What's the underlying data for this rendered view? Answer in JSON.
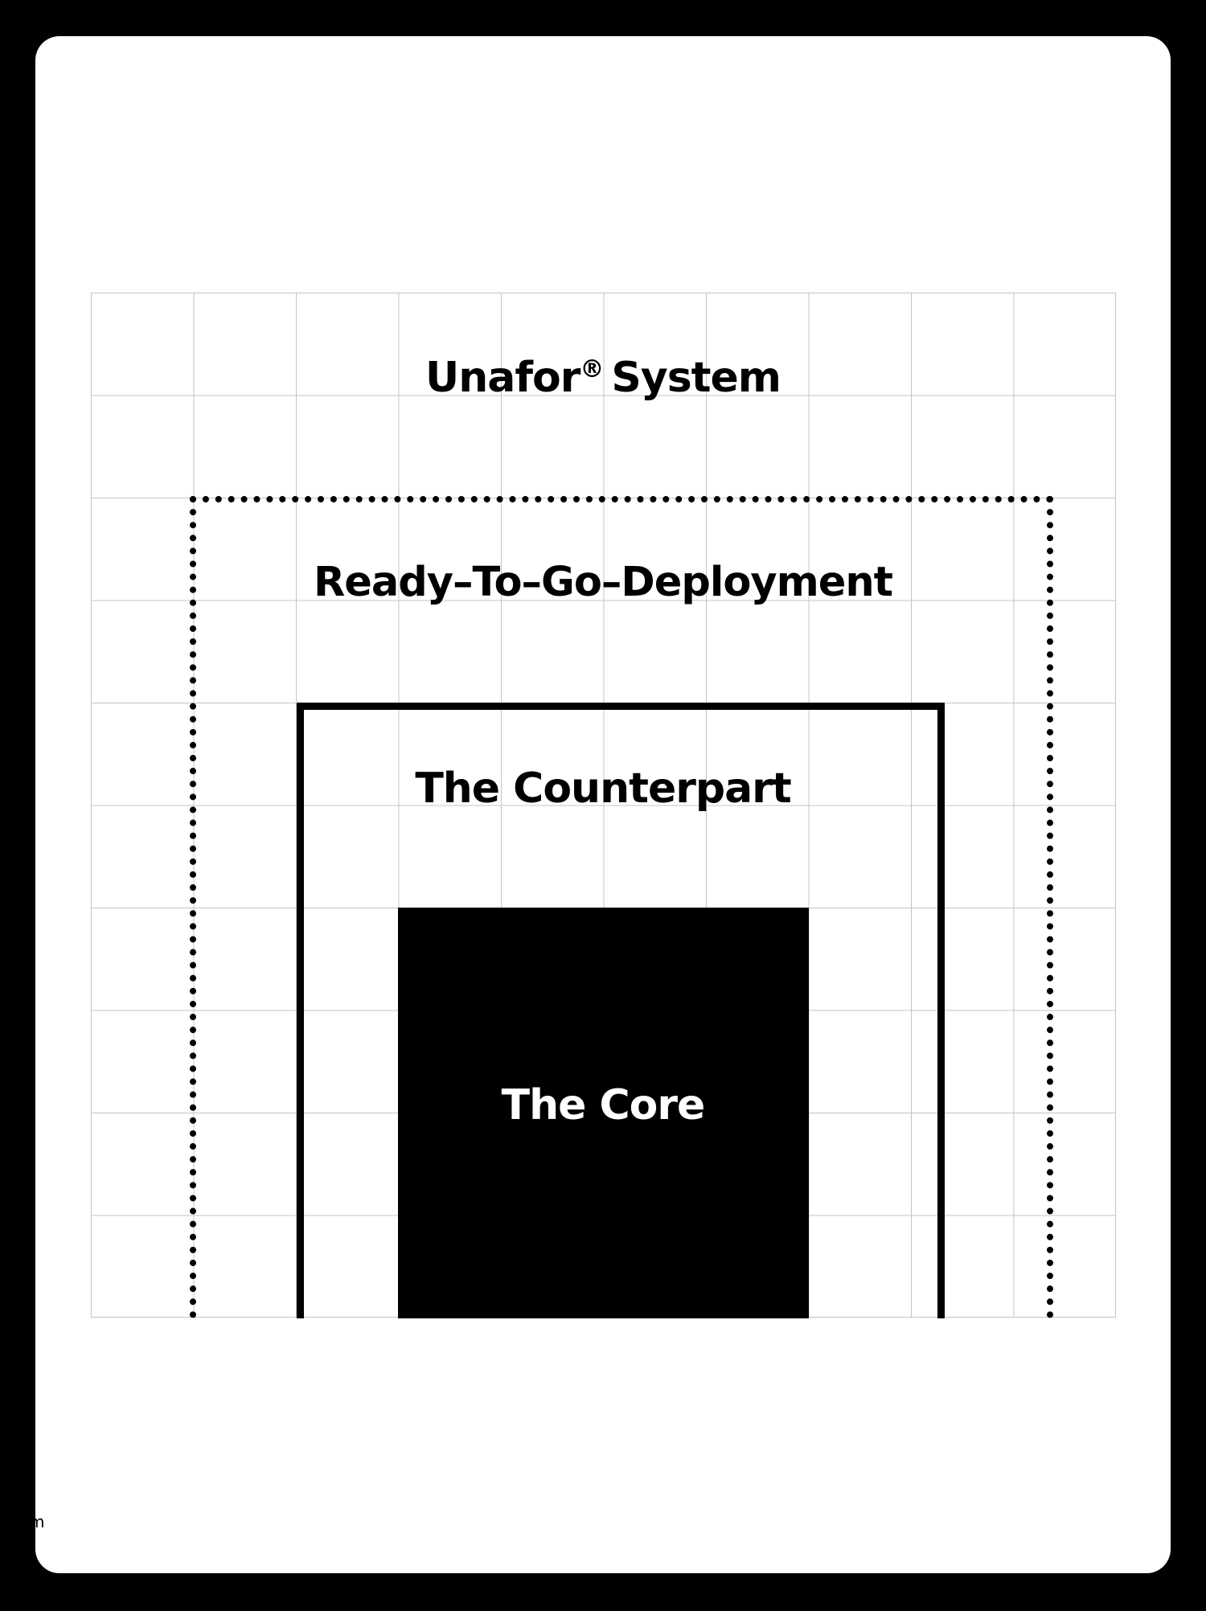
{
  "diagram": {
    "outer_label": "Unafor",
    "outer_label_mark": "®",
    "outer_label_suffix": "System",
    "deployment_label": "Ready–To–Go–Deployment",
    "counterpart_label": "The Counterpart",
    "core_label": "The Core"
  },
  "footer": {
    "fragment_text": "m"
  },
  "colors": {
    "background": "#000000",
    "card": "#ffffff",
    "grid_line": "#c4c4c4",
    "ink": "#000000",
    "core_text": "#ffffff"
  }
}
